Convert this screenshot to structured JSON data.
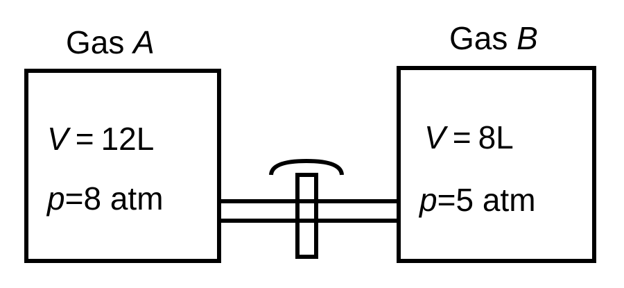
{
  "gas_a": {
    "title_prefix": "Gas",
    "title_var": "A",
    "volume_symbol": "V",
    "volume_value": "12L",
    "pressure_symbol": "p",
    "pressure_value": "8 atm"
  },
  "gas_b": {
    "title_prefix": "Gas",
    "title_var": "B",
    "volume_symbol": "V",
    "volume_value": "8L",
    "pressure_symbol": "p",
    "pressure_value": "5 atm"
  },
  "equals": "=",
  "colors": {
    "ink": "#000000",
    "background": "#ffffff"
  }
}
